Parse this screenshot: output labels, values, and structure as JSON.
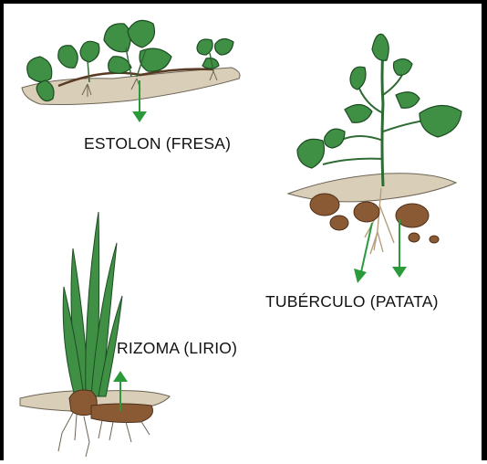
{
  "labels": {
    "stolon": "ESTOLON (FRESA)",
    "tuber": "TUBÉRCULO (PATATA)",
    "rhizome": "RIZOMA (LIRIO)"
  },
  "colors": {
    "leaf": "#3f8f45",
    "leaf_dark": "#1d4d22",
    "soil": "#d9cfb8",
    "tuber": "#8a5a34",
    "root": "#c9b79c",
    "arrow": "#2a9a3a"
  }
}
